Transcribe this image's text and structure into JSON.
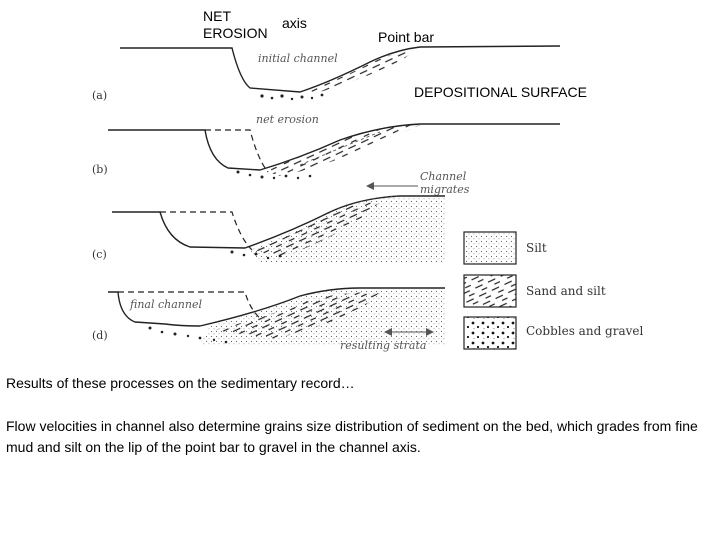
{
  "annotations": {
    "net_erosion": "NET\nEROSION",
    "axis": "axis",
    "point_bar": "Point bar",
    "depositional_surface": "DEPOSITIONAL SURFACE"
  },
  "panels": [
    {
      "letter": "(a)",
      "note": "initial channel"
    },
    {
      "letter": "(b)",
      "note": "net erosion",
      "note2": "Channel migrates"
    },
    {
      "letter": "(c)"
    },
    {
      "letter": "(d)",
      "note": "final channel",
      "note2": "resulting strata"
    }
  ],
  "legend": [
    {
      "label": "Silt",
      "pattern": "dots"
    },
    {
      "label": "Sand and silt",
      "pattern": "dashes"
    },
    {
      "label": "Cobbles and gravel",
      "pattern": "cobbles"
    }
  ],
  "caption": "Results of these processes on the sedimentary record…",
  "body_text": "Flow velocities in channel also determine grains size distribution of sediment on the bed, which grades from fine mud and silt on the lip of the point bar to gravel in the channel axis."
}
